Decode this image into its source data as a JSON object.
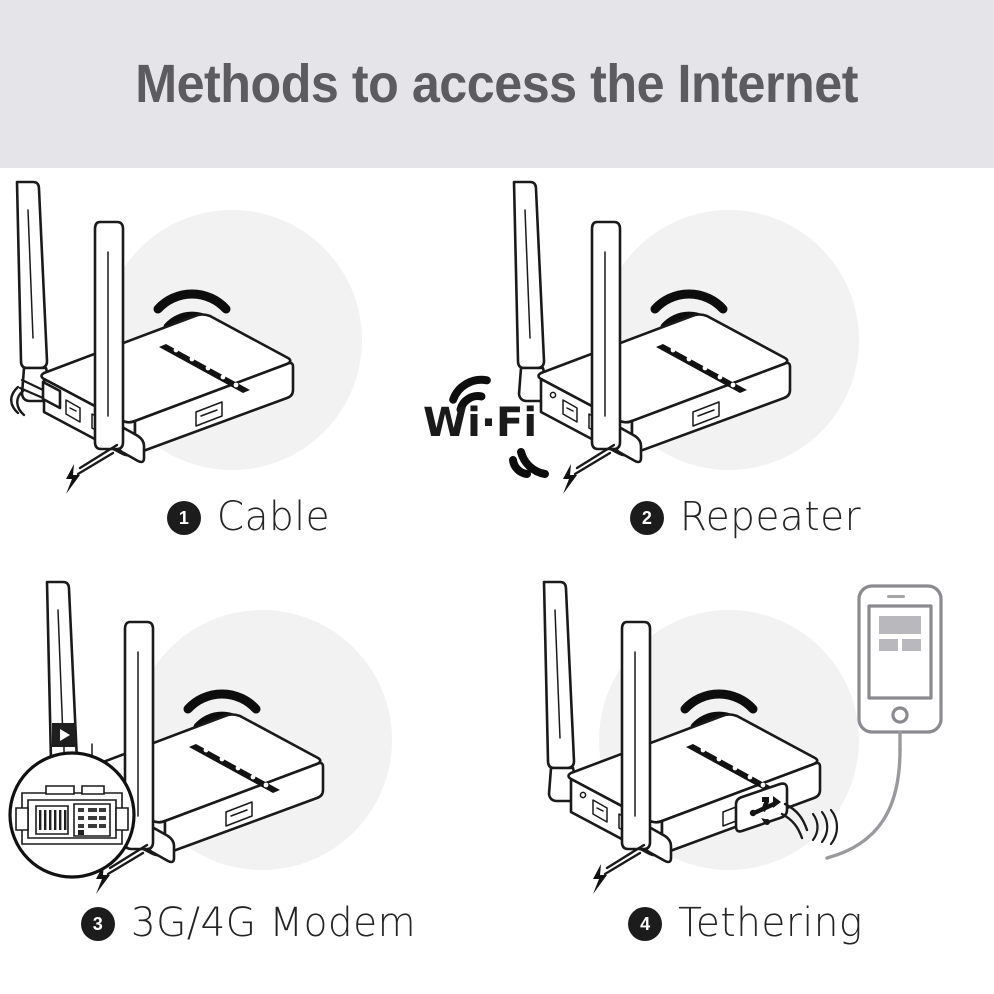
{
  "header": {
    "title": "Methods to access the Internet",
    "background_color": "#e4e4e9",
    "text_color": "#5c5c60"
  },
  "theme": {
    "page_background": "#ffffff",
    "circle_background": "#f2f2f2",
    "line_color": "#1a1a1a",
    "badge_color": "#1c1c1c",
    "badge_text_color": "#ffffff",
    "label_color": "#242424",
    "phone_color": "#8b8b8f"
  },
  "methods": [
    {
      "number": "1",
      "label": "Cable",
      "icons": [
        "router-icon",
        "wifi-signal-icon",
        "ethernet-cable-icon",
        "power-cable-icon"
      ]
    },
    {
      "number": "2",
      "label": "Repeater",
      "icons": [
        "router-icon",
        "wifi-signal-icon",
        "wifi-logo-icon",
        "power-cable-icon"
      ]
    },
    {
      "number": "3",
      "label": "3G/4G Modem",
      "icons": [
        "router-icon",
        "wifi-signal-icon",
        "usb-modem-icon",
        "magnifier-icon",
        "power-cable-icon"
      ]
    },
    {
      "number": "4",
      "label": "Tethering",
      "icons": [
        "router-icon",
        "wifi-signal-icon",
        "smartphone-icon",
        "usb-plug-icon",
        "power-cable-icon"
      ]
    }
  ],
  "wifi_logo": {
    "text": "Wi·Fi"
  }
}
